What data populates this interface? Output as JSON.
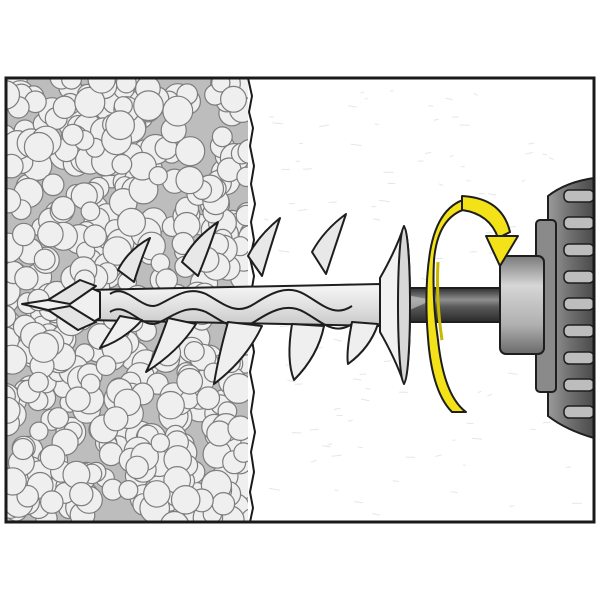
{
  "figure": {
    "subject": "",
    "parts": [
      "insulation-board",
      "plaster-layer",
      "spiral-anchor",
      "drill-bit",
      "drill-chuck",
      "rotation-arrow"
    ]
  },
  "colors": {
    "frame": "#1a1a1a",
    "insulation_bg": "#b9b9b9",
    "bead_fill": "#efefef",
    "bead_stroke": "#7d7d7d",
    "plaster": "#ffffff",
    "plaster_specks": "#e6e6e6",
    "anchor_fill": "#ececec",
    "anchor_stroke": "#1e1e1e",
    "anchor_shadow": "#c9c9c9",
    "bit_dark": "#3c3c3c",
    "bit_light": "#9c9c9c",
    "chuck_dark": "#555555",
    "chuck_light": "#bdbdbd",
    "arrow_yellow": "#f4e219",
    "arrow_shadow": "#c7b800"
  },
  "icons": {
    "rotation": "clockwise-rotation-arrow"
  }
}
